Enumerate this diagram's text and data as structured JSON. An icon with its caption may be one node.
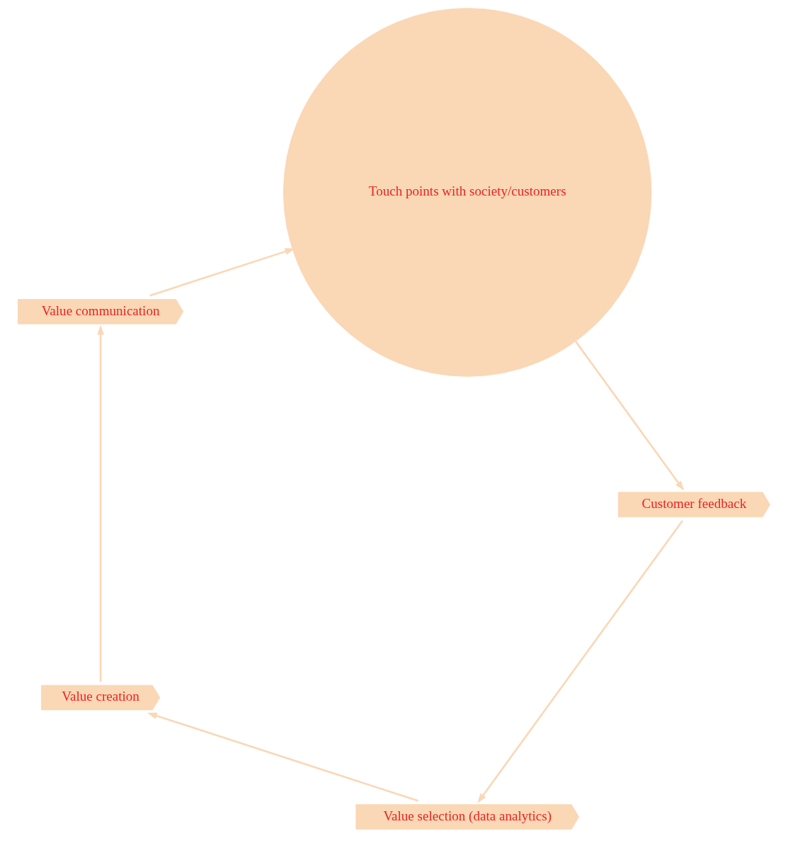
{
  "diagram": {
    "nodes": [
      {
        "text": [
          "Value selection (data analytics)"
        ]
      },
      {
        "text": [
          "Value creation"
        ]
      },
      {
        "text": [
          "Value communication"
        ]
      },
      {
        "text": [
          "Touch points with society/customers"
        ]
      },
      {
        "text": [
          "Customer feedback"
        ]
      }
    ],
    "edges": [
      {
        "from": 0,
        "to": 1,
        "arrow": "to"
      },
      {
        "from": 1,
        "to": 2,
        "arrow": "to"
      },
      {
        "from": 2,
        "to": 3,
        "arrow": "to"
      },
      {
        "from": 3,
        "to": 4,
        "arrow": "to"
      },
      {
        "from": 4,
        "to": 0,
        "arrow": "to"
      }
    ]
  }
}
